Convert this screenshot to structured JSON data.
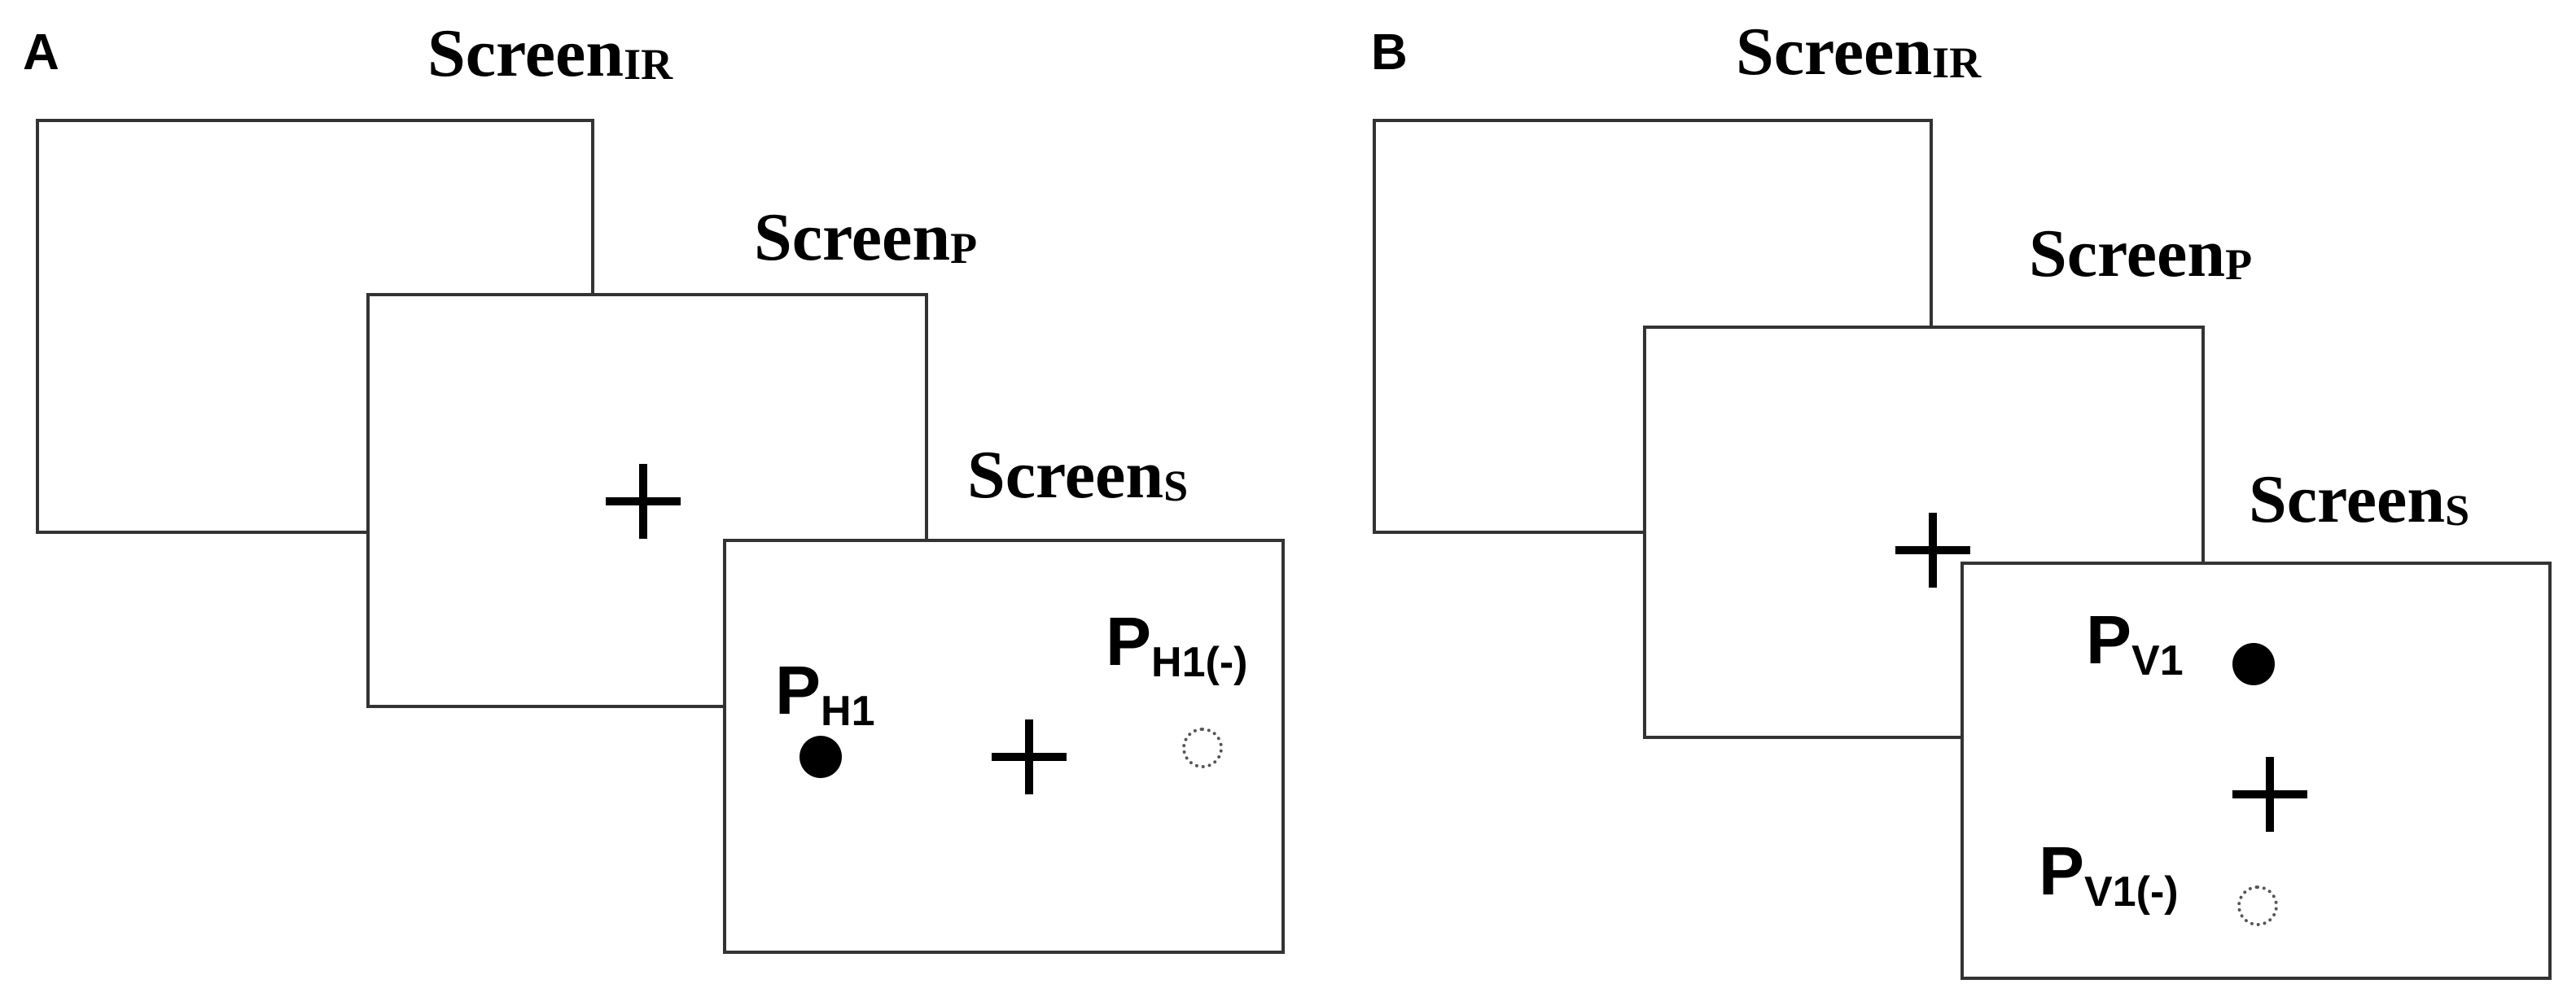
{
  "panels": [
    {
      "letter": "A",
      "screen_ir": {
        "label": "Screen",
        "sub": "IR"
      },
      "screen_p": {
        "label": "Screen",
        "sub": "P"
      },
      "screen_s": {
        "label": "Screen",
        "sub": "S"
      },
      "points": [
        {
          "label": "P",
          "sub": "H1",
          "marker": "filled"
        },
        {
          "label": "P",
          "sub": "H1(-)",
          "marker": "empty"
        }
      ]
    },
    {
      "letter": "B",
      "screen_ir": {
        "label": "Screen",
        "sub": "IR"
      },
      "screen_p": {
        "label": "Screen",
        "sub": "P"
      },
      "screen_s": {
        "label": "Screen",
        "sub": "S"
      },
      "points": [
        {
          "label": "P",
          "sub": "V1",
          "marker": "filled"
        },
        {
          "label": "P",
          "sub": "V1(-)",
          "marker": "empty"
        }
      ]
    }
  ]
}
